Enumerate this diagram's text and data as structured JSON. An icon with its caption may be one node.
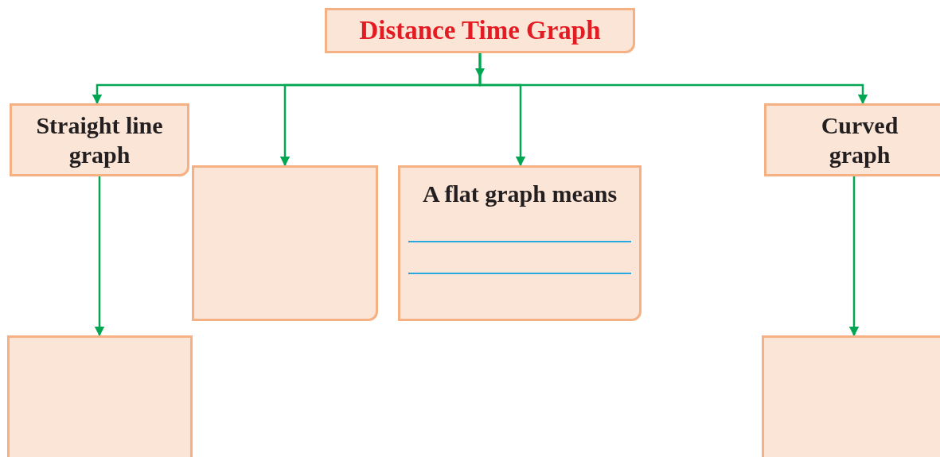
{
  "diagram": {
    "nodes": [
      {
        "text": [
          "Distance Time Graph"
        ]
      },
      {
        "text": [
          "Straight line graph"
        ]
      },
      {
        "text": [],
        "shape": "box"
      },
      {
        "text": [
          "A flat graph means"
        ]
      },
      {
        "text": [
          "Curved graph"
        ]
      },
      {
        "text": [],
        "shape": "box"
      },
      {
        "text": [],
        "shape": "box"
      }
    ],
    "edges": [
      {
        "from": 0,
        "to": 1,
        "arrow": "to",
        "color": "#00a651"
      },
      {
        "from": 0,
        "to": 2,
        "arrow": "to",
        "color": "#00a651"
      },
      {
        "from": 0,
        "to": 3,
        "arrow": "to",
        "color": "#00a651"
      },
      {
        "from": 0,
        "to": 4,
        "arrow": "to",
        "color": "#00a651"
      },
      {
        "from": 1,
        "to": 5,
        "arrow": "to",
        "color": "#00a651"
      },
      {
        "from": 4,
        "to": 6,
        "arrow": "to",
        "color": "#00a651"
      }
    ]
  }
}
